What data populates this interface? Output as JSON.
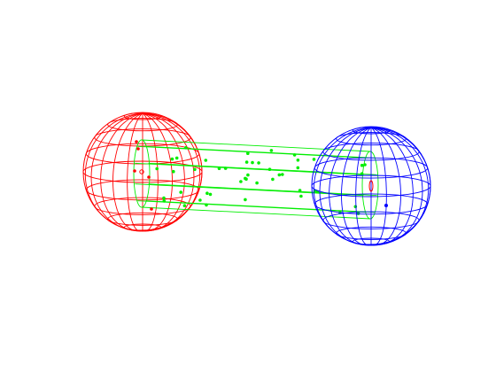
{
  "colors": {
    "background": "#ffffff",
    "left_sphere": "#ff0000",
    "right_sphere": "#0000ff",
    "tube": "#00ee00",
    "particles": "#00ee00"
  },
  "scene": {
    "left_sphere": {
      "description_name": "red-wireframe-sphere",
      "red_dots": 6,
      "center_ring_color": "#ff0000"
    },
    "right_sphere": {
      "description_name": "blue-wireframe-sphere",
      "blue_dots": 2,
      "center_ring_color": "#ff0000"
    },
    "tube": {
      "description_name": "green-wireframe-cylinder",
      "particle_count": 45
    }
  }
}
